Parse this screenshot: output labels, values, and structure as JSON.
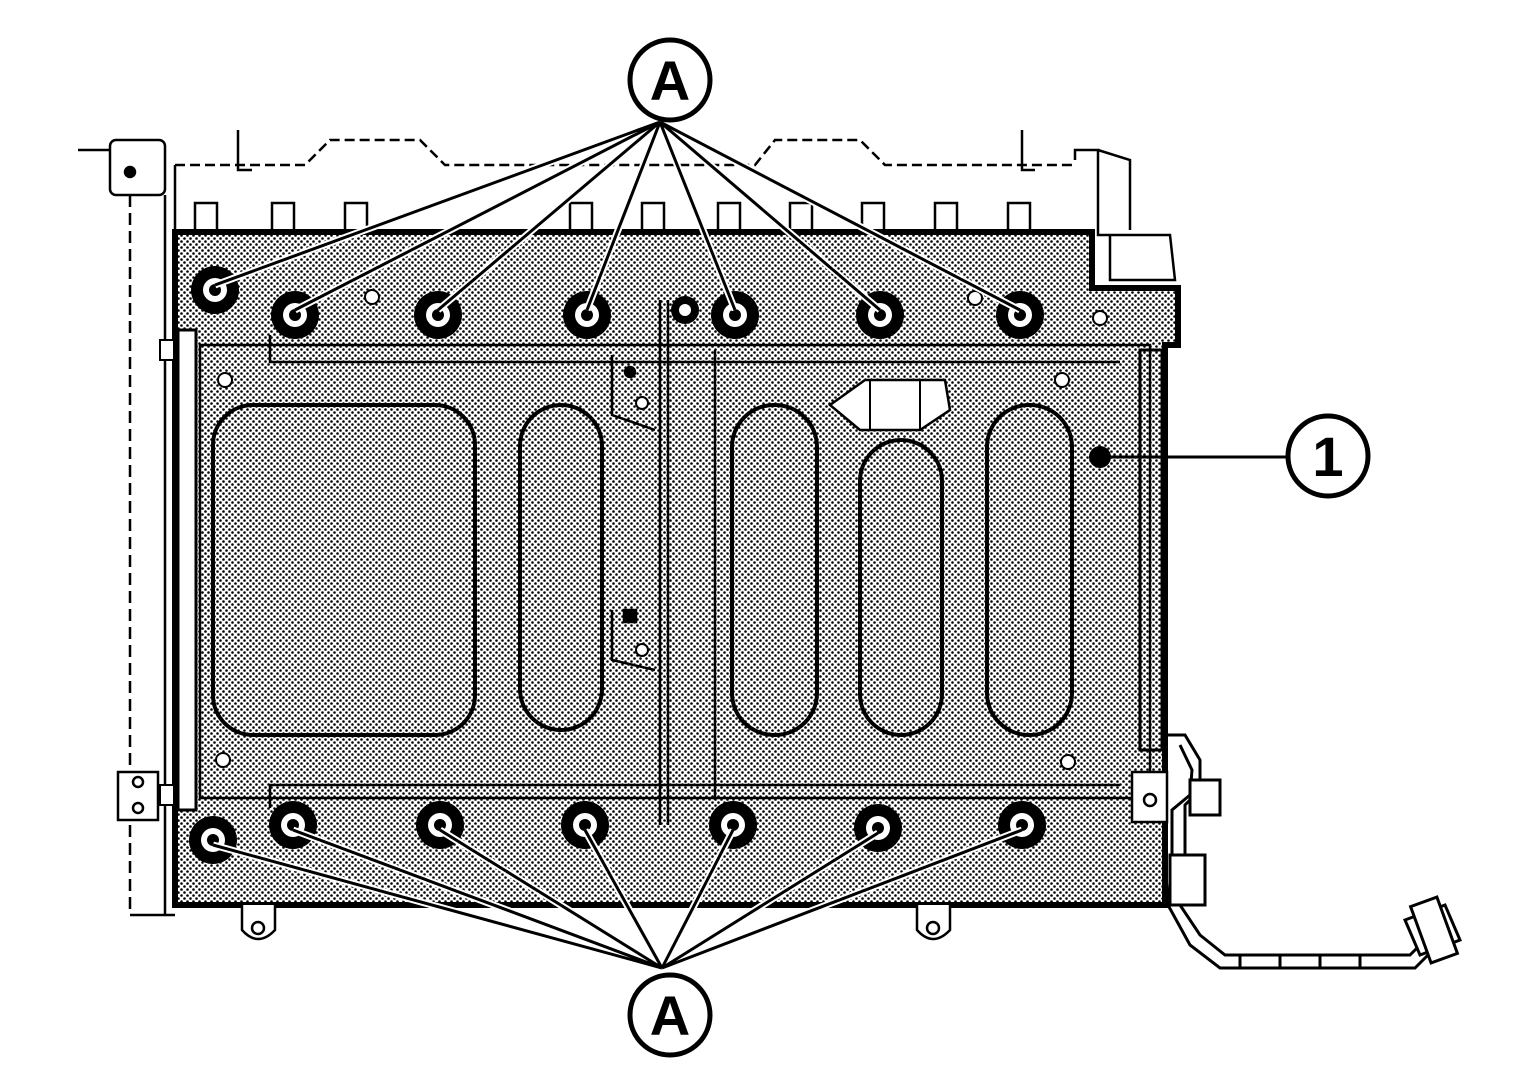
{
  "callouts": {
    "fastener_label_top": "A",
    "fastener_label_bottom": "A",
    "component_label": "1"
  },
  "colors": {
    "line": "#000000",
    "background": "#ffffff",
    "hatch": "#000000"
  }
}
